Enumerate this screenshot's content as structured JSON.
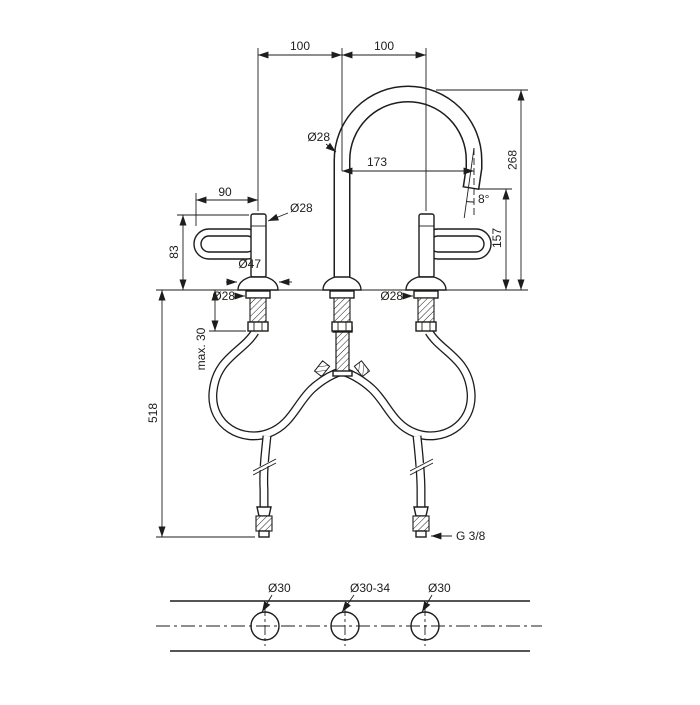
{
  "page": {
    "background": "#ffffff",
    "line_color": "#1d1d1b"
  },
  "front_view": {
    "dim_spacing_left": "100",
    "dim_spacing_right": "100",
    "dim_spout_diameter": "Ø28",
    "dim_spout_reach": "173",
    "dim_overall_height": "268",
    "dim_outlet_height": "157",
    "dim_outlet_angle": "8°",
    "dim_handle_projection": "90",
    "dim_handle_diameter": "Ø28",
    "dim_handle_height": "83",
    "dim_base_diameter": "Ø47",
    "dim_left_shank_diameter": "Ø28",
    "dim_right_shank_diameter": "Ø28",
    "dim_max_mounting_thickness": "max. 30",
    "dim_hose_length": "518",
    "dim_connection_thread": "G 3/8"
  },
  "plan_view": {
    "dim_hole_left": "Ø30",
    "dim_hole_center": "Ø30-34",
    "dim_hole_right": "Ø30"
  }
}
